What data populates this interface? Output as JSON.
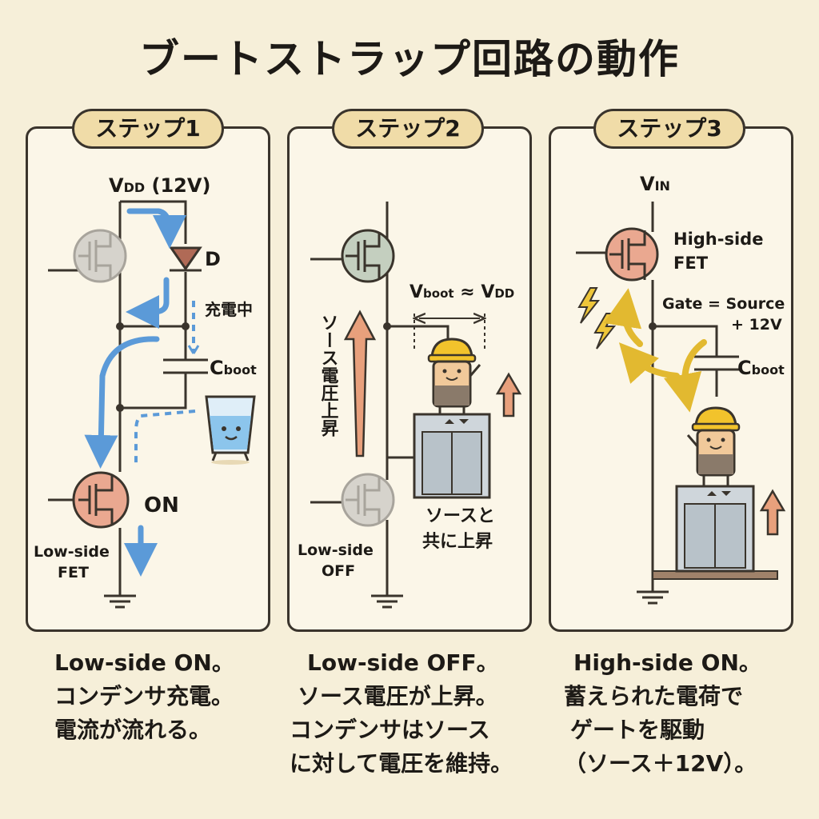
{
  "title": "ブートストラップ回路の動作",
  "colors": {
    "background": "#f6efd9",
    "panel": "#fbf6e8",
    "tab": "#f0dca8",
    "line": "#3a342c",
    "fet_on": "#eaa890",
    "fet_off": "#c9c6bf",
    "fet_green": "#c4cfbf",
    "current_blue": "#5b9ad8",
    "voltage_orange": "#e8a07c",
    "spark_yellow": "#eec63a"
  },
  "steps": [
    {
      "tab": "ステップ1",
      "labels": {
        "vdd_main": "V",
        "vdd_sub": "DD",
        "vdd_tail": " (12V)",
        "diode": "D",
        "charging": "充電中",
        "cboot_main": "C",
        "cboot_sub": "boot",
        "fet_state": "ON",
        "fet_name_1": "Low-side",
        "fet_name_2": "FET"
      },
      "caption": [
        "Low-side ON。",
        "コンデンサ充電。",
        "電流が流れる。"
      ]
    },
    {
      "tab": "ステップ2",
      "labels": {
        "vboot_main": "V",
        "vboot_sub": "boot",
        "approx": " ≈ ",
        "vdd_main": "V",
        "vdd_sub": "DD",
        "source_rise": "ソース電圧上昇",
        "rise_with_1": "ソースと",
        "rise_with_2": "共に上昇",
        "fet_name_1": "Low-side",
        "fet_name_2": "OFF"
      },
      "caption": [
        "Low-side OFF。",
        "ソース電圧が上昇。",
        "コンデンサはソース",
        "に対して電圧を維持。"
      ]
    },
    {
      "tab": "ステップ3",
      "labels": {
        "vin_main": "V",
        "vin_sub": "IN",
        "fet_name_1": "High-side",
        "fet_name_2": "FET",
        "gate_1": "Gate = Source",
        "gate_2": "+ 12V",
        "cboot_main": "C",
        "cboot_sub": "boot"
      },
      "caption": [
        "High-side ON。",
        "蓄えられた電荷で",
        "ゲートを駆動",
        "（ソース＋12V）。"
      ]
    }
  ]
}
